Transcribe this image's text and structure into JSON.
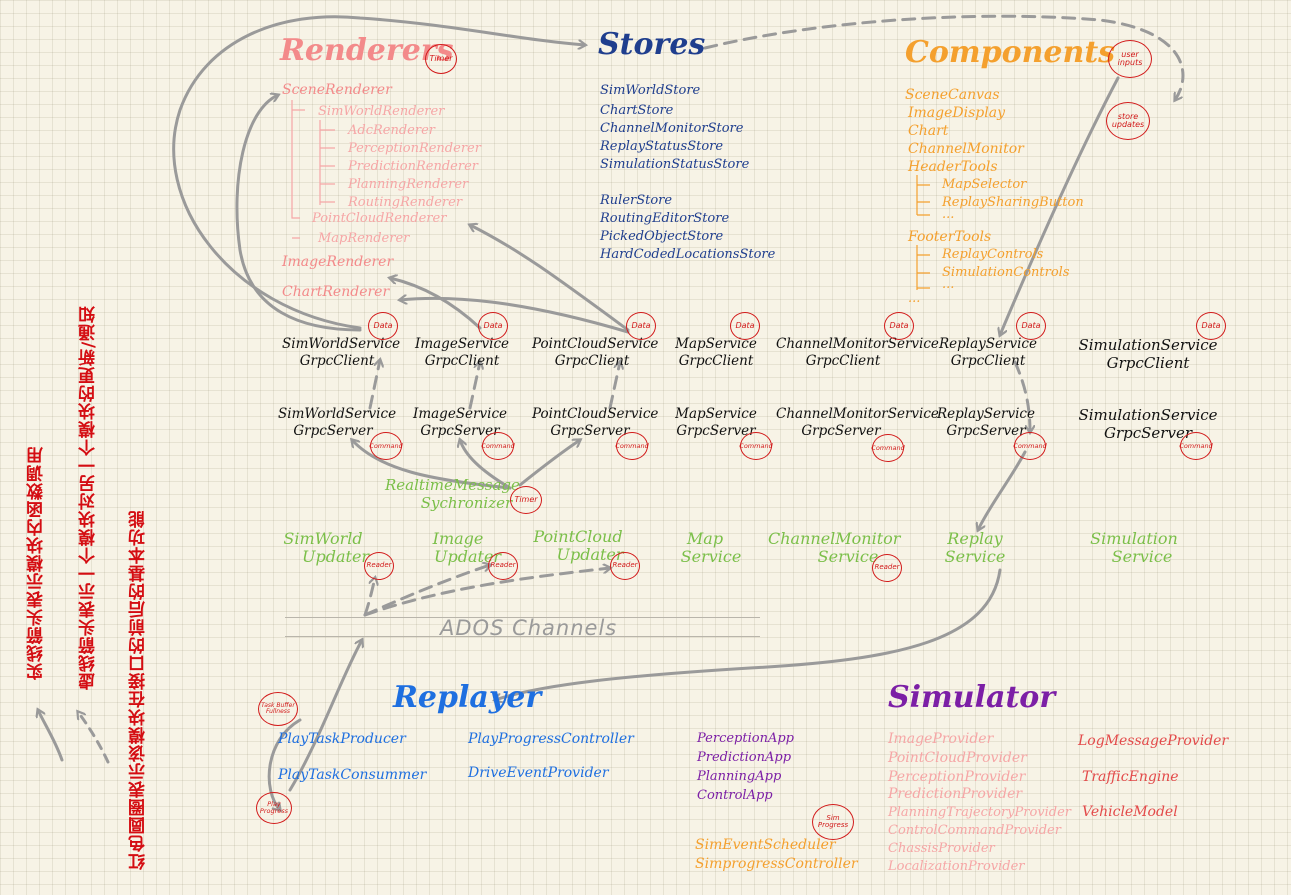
{
  "sections": {
    "renderers": "Renderers",
    "stores": "Stores",
    "components": "Components",
    "replayer": "Replayer",
    "simulator": "Simulator"
  },
  "renderers_tree": [
    "SceneRenderer",
    "SimWorldRenderer",
    "AdcRenderer",
    "PerceptionRenderer",
    "PredictionRenderer",
    "PlanningRenderer",
    "RoutingRenderer",
    "PointCloudRenderer",
    "MapRenderer",
    "ImageRenderer",
    "ChartRenderer"
  ],
  "stores": [
    "SimWorldStore",
    "ChartStore",
    "ChannelMonitorStore",
    "ReplayStatusStore",
    "SimulationStatusStore",
    "RulerStore",
    "RoutingEditorStore",
    "PickedObjectStore",
    "HardCodedLocationsStore"
  ],
  "components": [
    "SceneCanvas",
    "ImageDisplay",
    "Chart",
    "ChannelMonitor",
    "HeaderTools",
    "MapSelector",
    "ReplaySharingButton",
    "...",
    "FooterTools",
    "ReplayControls",
    "SimulationControls",
    "...",
    "..."
  ],
  "clients": [
    {
      "l1": "SimWorldService",
      "l2": "GrpcClient"
    },
    {
      "l1": "ImageService",
      "l2": "GrpcClient"
    },
    {
      "l1": "PointCloudService",
      "l2": "GrpcClient"
    },
    {
      "l1": "MapService",
      "l2": "GrpcClient"
    },
    {
      "l1": "ChannelMonitorService",
      "l2": "GrpcClient"
    },
    {
      "l1": "ReplayService",
      "l2": "GrpcClient"
    },
    {
      "l1": "SimulationService",
      "l2": "GrpcClient"
    }
  ],
  "servers": [
    {
      "l1": "SimWorldService",
      "l2": "GrpcServer"
    },
    {
      "l1": "ImageService",
      "l2": "GrpcServer"
    },
    {
      "l1": "PointCloudService",
      "l2": "GrpcServer"
    },
    {
      "l1": "MapService",
      "l2": "GrpcServer"
    },
    {
      "l1": "ChannelMonitorService",
      "l2": "GrpcServer"
    },
    {
      "l1": "ReplayService",
      "l2": "GrpcServer"
    },
    {
      "l1": "SimulationService",
      "l2": "GrpcServer"
    }
  ],
  "synchronizer": {
    "l1": "RealtimeMessage",
    "l2": "Sychronizer"
  },
  "updaters": [
    {
      "l1": "SimWorld",
      "l2": "Updater"
    },
    {
      "l1": "Image",
      "l2": "Updater"
    },
    {
      "l1": "PointCloud",
      "l2": "Updater"
    },
    {
      "l1": "Map",
      "l2": "Service"
    },
    {
      "l1": "ChannelMonitor",
      "l2": "Service"
    },
    {
      "l1": "Replay",
      "l2": "Service"
    },
    {
      "l1": "Simulation",
      "l2": "Service"
    }
  ],
  "channels": "ADOS Channels",
  "replayer_items": [
    "PlayTaskProducer",
    "PlayProgressController",
    "PlayTaskConsummer",
    "DriveEventProvider"
  ],
  "apps": [
    "PerceptionApp",
    "PredictionApp",
    "PlanningApp",
    "ControlApp"
  ],
  "sim_items": [
    "SimEventScheduler",
    "SimprogressController"
  ],
  "providers": [
    "ImageProvider",
    "PointCloudProvider",
    "PerceptionProvider",
    "PredictionProvider",
    "PlanningTrajectoryProvider",
    "ControlCommandProvider",
    "ChassisProvider",
    "LocalizationProvider"
  ],
  "providers2": [
    "LogMessageProvider",
    "TrafficEngine",
    "VehicleModel"
  ],
  "badges": {
    "timer": "Timer",
    "data": "Data",
    "command": "Command",
    "reader": "Reader",
    "user_inputs": "user inputs",
    "store_updates": "store updates",
    "task_buffer": "Task Buffer Fullness",
    "play_progress": "Play Progress",
    "sim_progress": "Sim Progress"
  },
  "legend": [
    "实线箭头表示模块内函数调用",
    "虚线箭头表示一个模块对另一个模块的更新/通知",
    "红色圆圈表示该模块在接口的前后的基本功能"
  ],
  "colors": {
    "stores": "#1f3e8e",
    "components": "#f4a02e",
    "renderers": "#f38a8a",
    "updaters": "#7bbf49",
    "replayer": "#1e6fe0",
    "simulator": "#7c1fa6",
    "badges": "#d21b1b",
    "arrows": "#9a9a9a"
  }
}
